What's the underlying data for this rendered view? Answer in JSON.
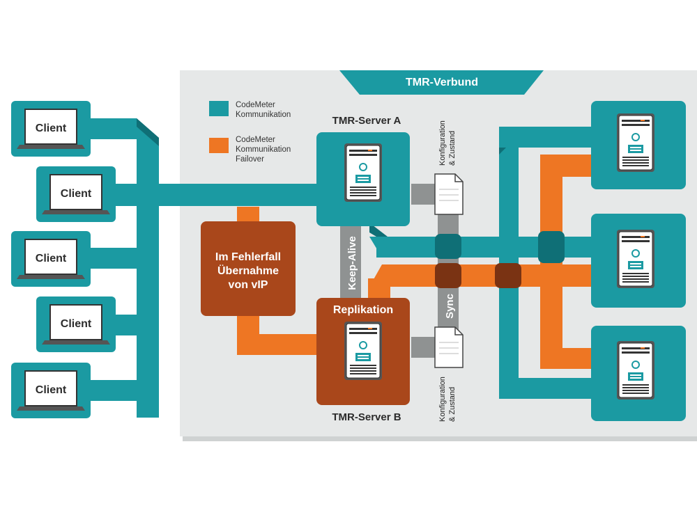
{
  "title": "TMR-Verbund",
  "legend": [
    {
      "label_line1": "CodeMeter",
      "label_line2": "Kommunikation",
      "label_line3": "",
      "color": "#1b9aa2"
    },
    {
      "label_line1": "CodeMeter",
      "label_line2": "Kommunikation",
      "label_line3": "Failover",
      "color": "#ee7623"
    }
  ],
  "clients": [
    {
      "label": "Client"
    },
    {
      "label": "Client"
    },
    {
      "label": "Client"
    },
    {
      "label": "Client"
    },
    {
      "label": "Client"
    }
  ],
  "server_a": {
    "label": "TMR-Server A"
  },
  "server_b": {
    "label": "TMR-Server B",
    "box_label": "Replikation"
  },
  "failover_box": {
    "line1": "Im Fehlerfall",
    "line2": "Übernahme",
    "line3": "von vIP"
  },
  "keep_alive": "Keep-Alive",
  "sync": "Sync",
  "doc_top": {
    "line1": "Konfiguration",
    "line2": "& Zustand"
  },
  "doc_bottom": {
    "line1": "Konfiguration",
    "line2": "& Zustand"
  },
  "colors": {
    "teal": "#1b9aa2",
    "teal_dark": "#0f6f76",
    "orange": "#ee7623",
    "brown": "#a9471b",
    "brown_dark": "#7a3313",
    "gray_panel": "#e6e8e8",
    "gray_bar": "#8f9292"
  }
}
